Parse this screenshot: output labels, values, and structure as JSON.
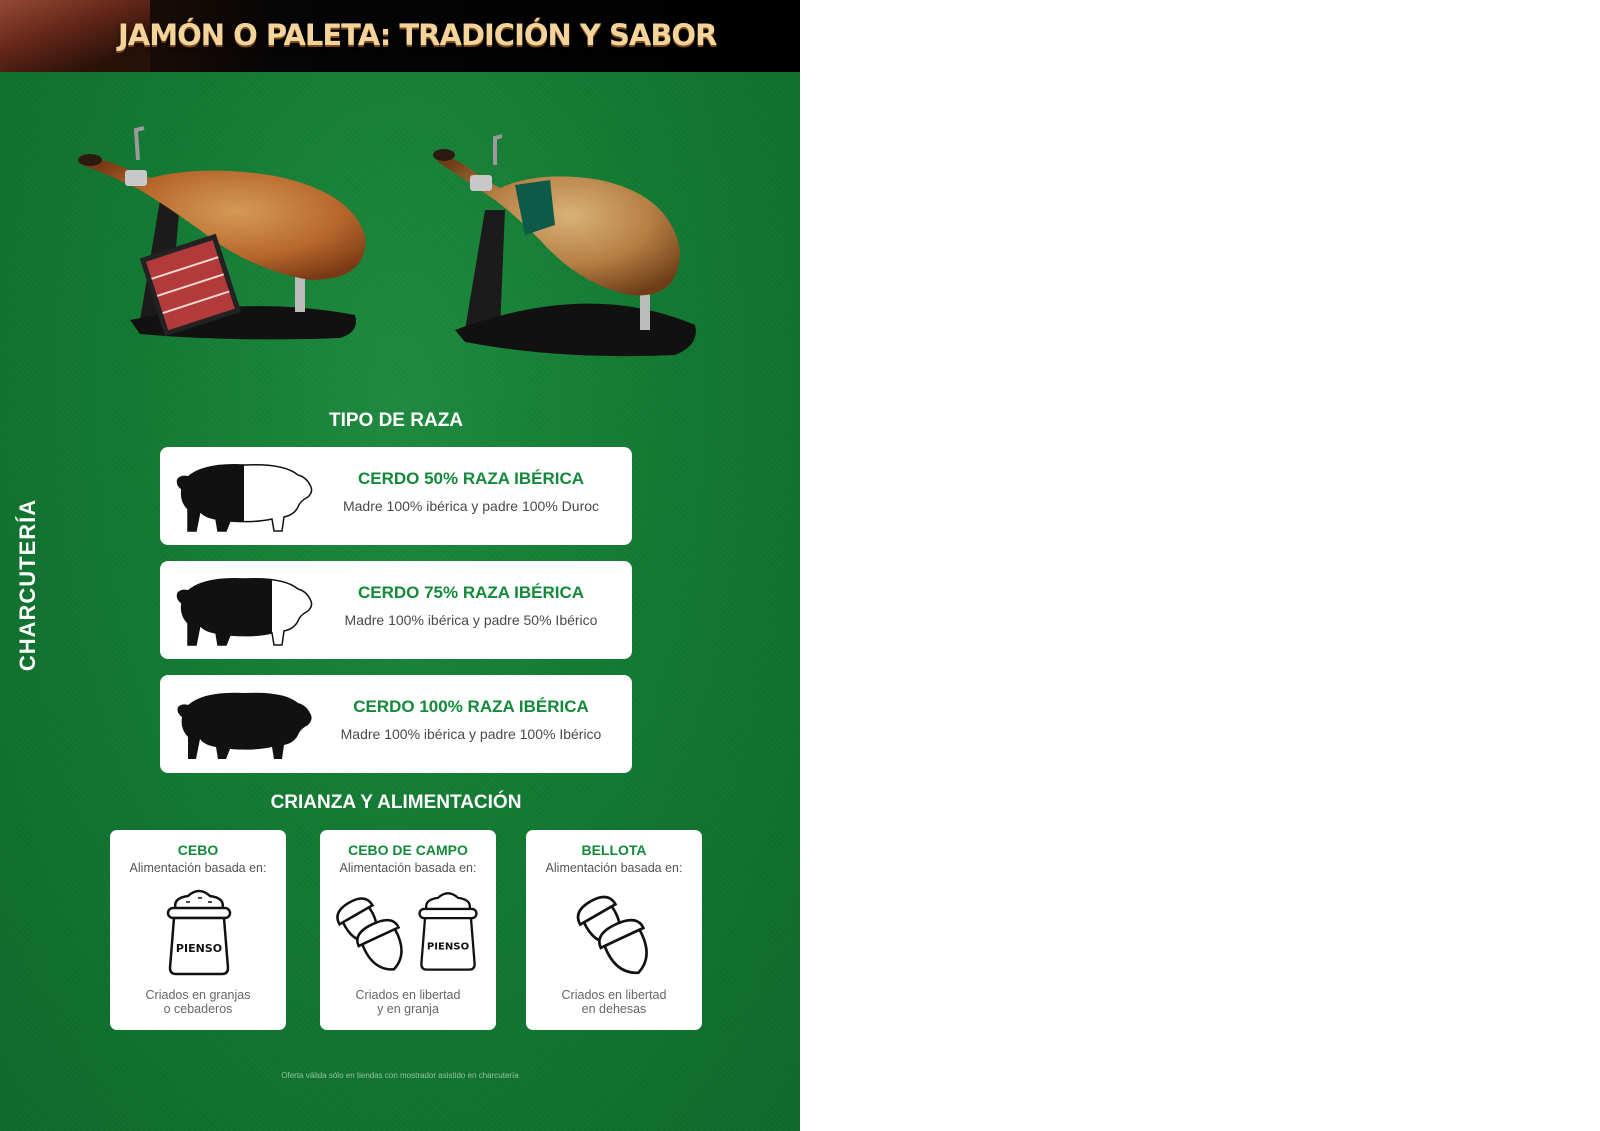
{
  "header": {
    "title": "JAMÓN O PALETA: TRADICIÓN Y SABOR"
  },
  "side_label": "CHARCUTERÍA",
  "breed_section": {
    "title": "TIPO DE RAZA",
    "cards": [
      {
        "title": "CERDO 50% RAZA IBÉRICA",
        "subtitle": "Madre 100% ibérica y padre 100% Duroc",
        "fill_percent": 50
      },
      {
        "title": "CERDO 75% RAZA IBÉRICA",
        "subtitle": "Madre 100% ibérica y padre 50% Ibérico",
        "fill_percent": 75
      },
      {
        "title": "CERDO 100% RAZA IBÉRICA",
        "subtitle": "Madre 100% ibérica y padre 100% Ibérico",
        "fill_percent": 100
      }
    ]
  },
  "feeding_section": {
    "title": "CRIANZA Y ALIMENTACIÓN",
    "cards": [
      {
        "title": "CEBO",
        "subtitle": "Alimentación basada en:",
        "sack_label": "PIENSO",
        "footer": "Criados en granjas\no cebaderos",
        "icons": [
          "sack-icon"
        ]
      },
      {
        "title": "CEBO DE CAMPO",
        "subtitle": "Alimentación basada en:",
        "sack_label": "PIENSO",
        "footer": "Criados en libertad\ny en granja",
        "icons": [
          "acorn-icon",
          "sack-icon"
        ]
      },
      {
        "title": "BELLOTA",
        "subtitle": "Alimentación basada en:",
        "footer": "Criados en libertad\nen dehesas",
        "icons": [
          "acorn-icon"
        ]
      }
    ]
  },
  "footnote": "Oferta válida sólo en tiendas con mostrador asistido en charcutería",
  "colors": {
    "brand_green": "#138a3a",
    "background_green": "#137a33",
    "header_text": "#f4d49a"
  }
}
